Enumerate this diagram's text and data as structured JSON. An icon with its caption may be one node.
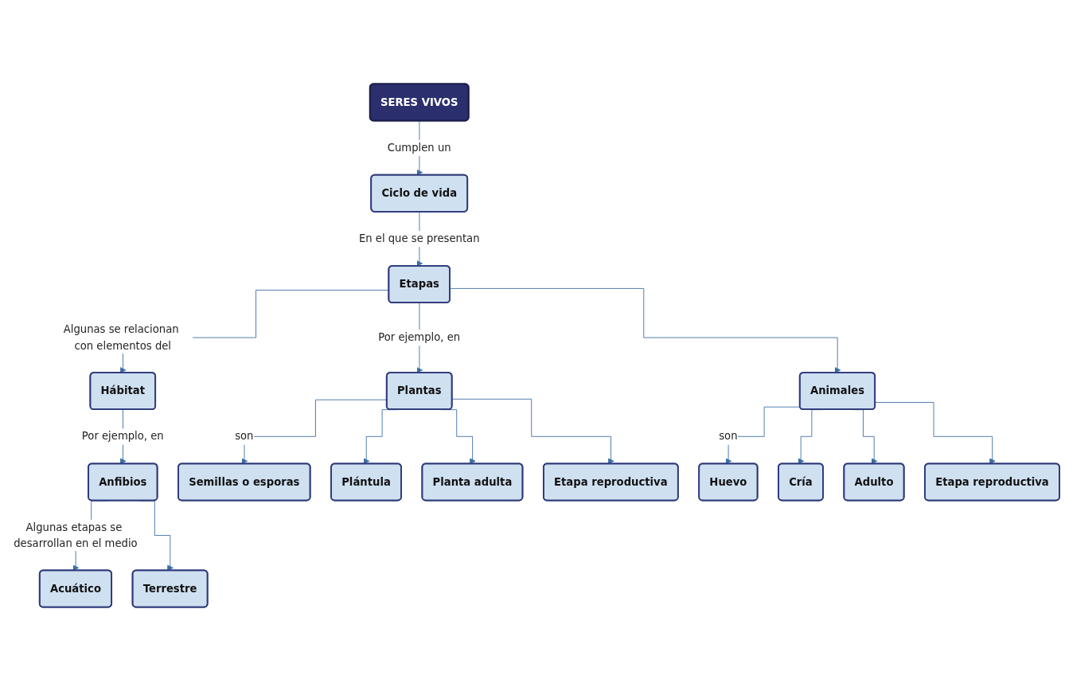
{
  "diagram": {
    "nodes": [
      {
        "text": [
          "SERES VIVOS"
        ]
      },
      {
        "text": [
          "Ciclo de vida"
        ]
      },
      {
        "text": [
          "Etapas"
        ]
      },
      {
        "text": [
          "Hábitat"
        ]
      },
      {
        "text": [
          "Plantas"
        ]
      },
      {
        "text": [
          "Animales"
        ]
      },
      {
        "text": [
          "Anfibios"
        ]
      },
      {
        "text": [
          "Semillas o esporas"
        ]
      },
      {
        "text": [
          "Plántula"
        ]
      },
      {
        "text": [
          "Planta adulta"
        ]
      },
      {
        "text": [
          "Etapa reproductiva"
        ]
      },
      {
        "text": [
          "Huevo"
        ]
      },
      {
        "text": [
          "Cría"
        ]
      },
      {
        "text": [
          "Adulto"
        ]
      },
      {
        "text": [
          "Etapa reproductiva"
        ]
      },
      {
        "text": [
          "Acuático"
        ]
      },
      {
        "text": [
          "Terrestre"
        ]
      }
    ],
    "edges": [
      {
        "from": 0,
        "to": 1,
        "arrow": "to",
        "label": "Cumplen un"
      },
      {
        "from": 1,
        "to": 2,
        "arrow": "to",
        "label": "En el que se presentan"
      },
      {
        "from": 2,
        "to": 3,
        "arrow": "to",
        "label": "Algunas se relacionan con elementos del"
      },
      {
        "from": 2,
        "to": 4,
        "arrow": "to",
        "label": "Por ejemplo, en"
      },
      {
        "from": 2,
        "to": 5,
        "arrow": "to"
      },
      {
        "from": 3,
        "to": 6,
        "arrow": "to",
        "label": "Por ejemplo, en"
      },
      {
        "from": 4,
        "to": 7,
        "arrow": "to",
        "label": "son"
      },
      {
        "from": 4,
        "to": 8,
        "arrow": "to"
      },
      {
        "from": 4,
        "to": 9,
        "arrow": "to"
      },
      {
        "from": 4,
        "to": 10,
        "arrow": "to"
      },
      {
        "from": 5,
        "to": 11,
        "arrow": "to",
        "label": "son"
      },
      {
        "from": 5,
        "to": 12,
        "arrow": "to"
      },
      {
        "from": 5,
        "to": 13,
        "arrow": "to"
      },
      {
        "from": 5,
        "to": 14,
        "arrow": "to"
      },
      {
        "from": 6,
        "to": 15,
        "arrow": "to",
        "label": "Algunas etapas se desarrollan en el medio"
      },
      {
        "from": 6,
        "to": 16,
        "arrow": "to"
      }
    ]
  }
}
